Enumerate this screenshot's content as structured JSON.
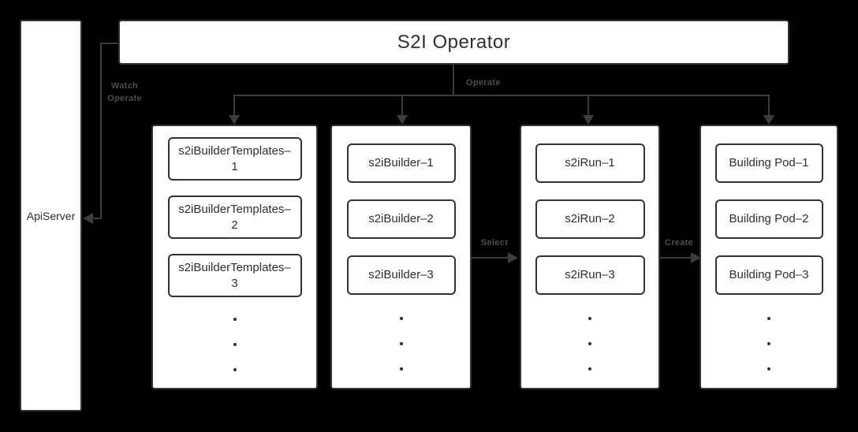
{
  "colors": {
    "background": "#000000",
    "box_fill": "#ffffff",
    "box_border": "#333333",
    "wire": "#3d3d3d",
    "edge_label": "#4c4c4c",
    "text": "#2f2f2f"
  },
  "api_server": {
    "label": "ApiServer"
  },
  "operator": {
    "title": "S2I Operator"
  },
  "edges": {
    "watch_operate": {
      "line1": "Watch",
      "line2": "Operate"
    },
    "operate_label": "Operate",
    "select_label": "Select",
    "create_label": "Create"
  },
  "columns": [
    {
      "name": "s2iBuilderTemplates",
      "items": [
        "s2iBuilderTemplates–1",
        "s2iBuilderTemplates–2",
        "s2iBuilderTemplates–3"
      ],
      "more_icon": "vertical-ellipsis"
    },
    {
      "name": "s2iBuilder",
      "items": [
        "s2iBuilder–1",
        "s2iBuilder–2",
        "s2iBuilder–3"
      ],
      "more_icon": "vertical-ellipsis"
    },
    {
      "name": "s2iRun",
      "items": [
        "s2iRun–1",
        "s2iRun–2",
        "s2iRun–3"
      ],
      "more_icon": "vertical-ellipsis"
    },
    {
      "name": "Building Pod",
      "items": [
        "Building Pod–1",
        "Building Pod–2",
        "Building Pod–3"
      ],
      "more_icon": "vertical-ellipsis"
    }
  ]
}
